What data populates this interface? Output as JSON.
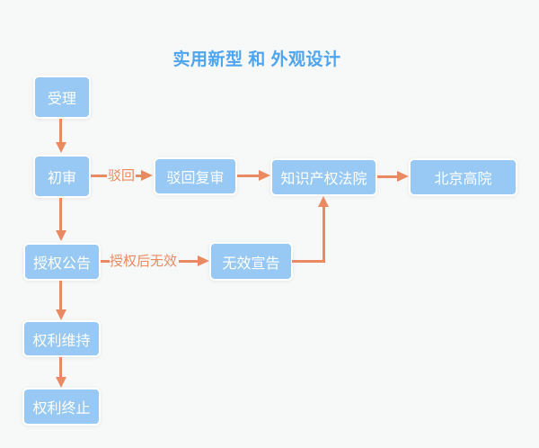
{
  "title": "实用新型 和 外观设计",
  "colors": {
    "background": "#f7f8f8",
    "node_fill": "#98c9f4",
    "node_border": "#ffffff",
    "node_text": "#ffffff",
    "arrow": "#e98a63",
    "title_text": "#4da4f1"
  },
  "nodes": {
    "accept": {
      "label": "受理"
    },
    "preliminary_exam": {
      "label": "初审"
    },
    "rejection_reexam": {
      "label": "驳回复审"
    },
    "ip_court": {
      "label": "知识产权法院"
    },
    "beijing_high_court": {
      "label": "北京高院"
    },
    "grant_announcement": {
      "label": "授权公告"
    },
    "invalidation_declaration": {
      "label": "无效宣告"
    },
    "rights_maintained": {
      "label": "权利维持"
    },
    "rights_terminated": {
      "label": "权利终止"
    }
  },
  "edge_labels": {
    "rejected": "驳回",
    "invalid_after_grant": "授权后无效"
  }
}
